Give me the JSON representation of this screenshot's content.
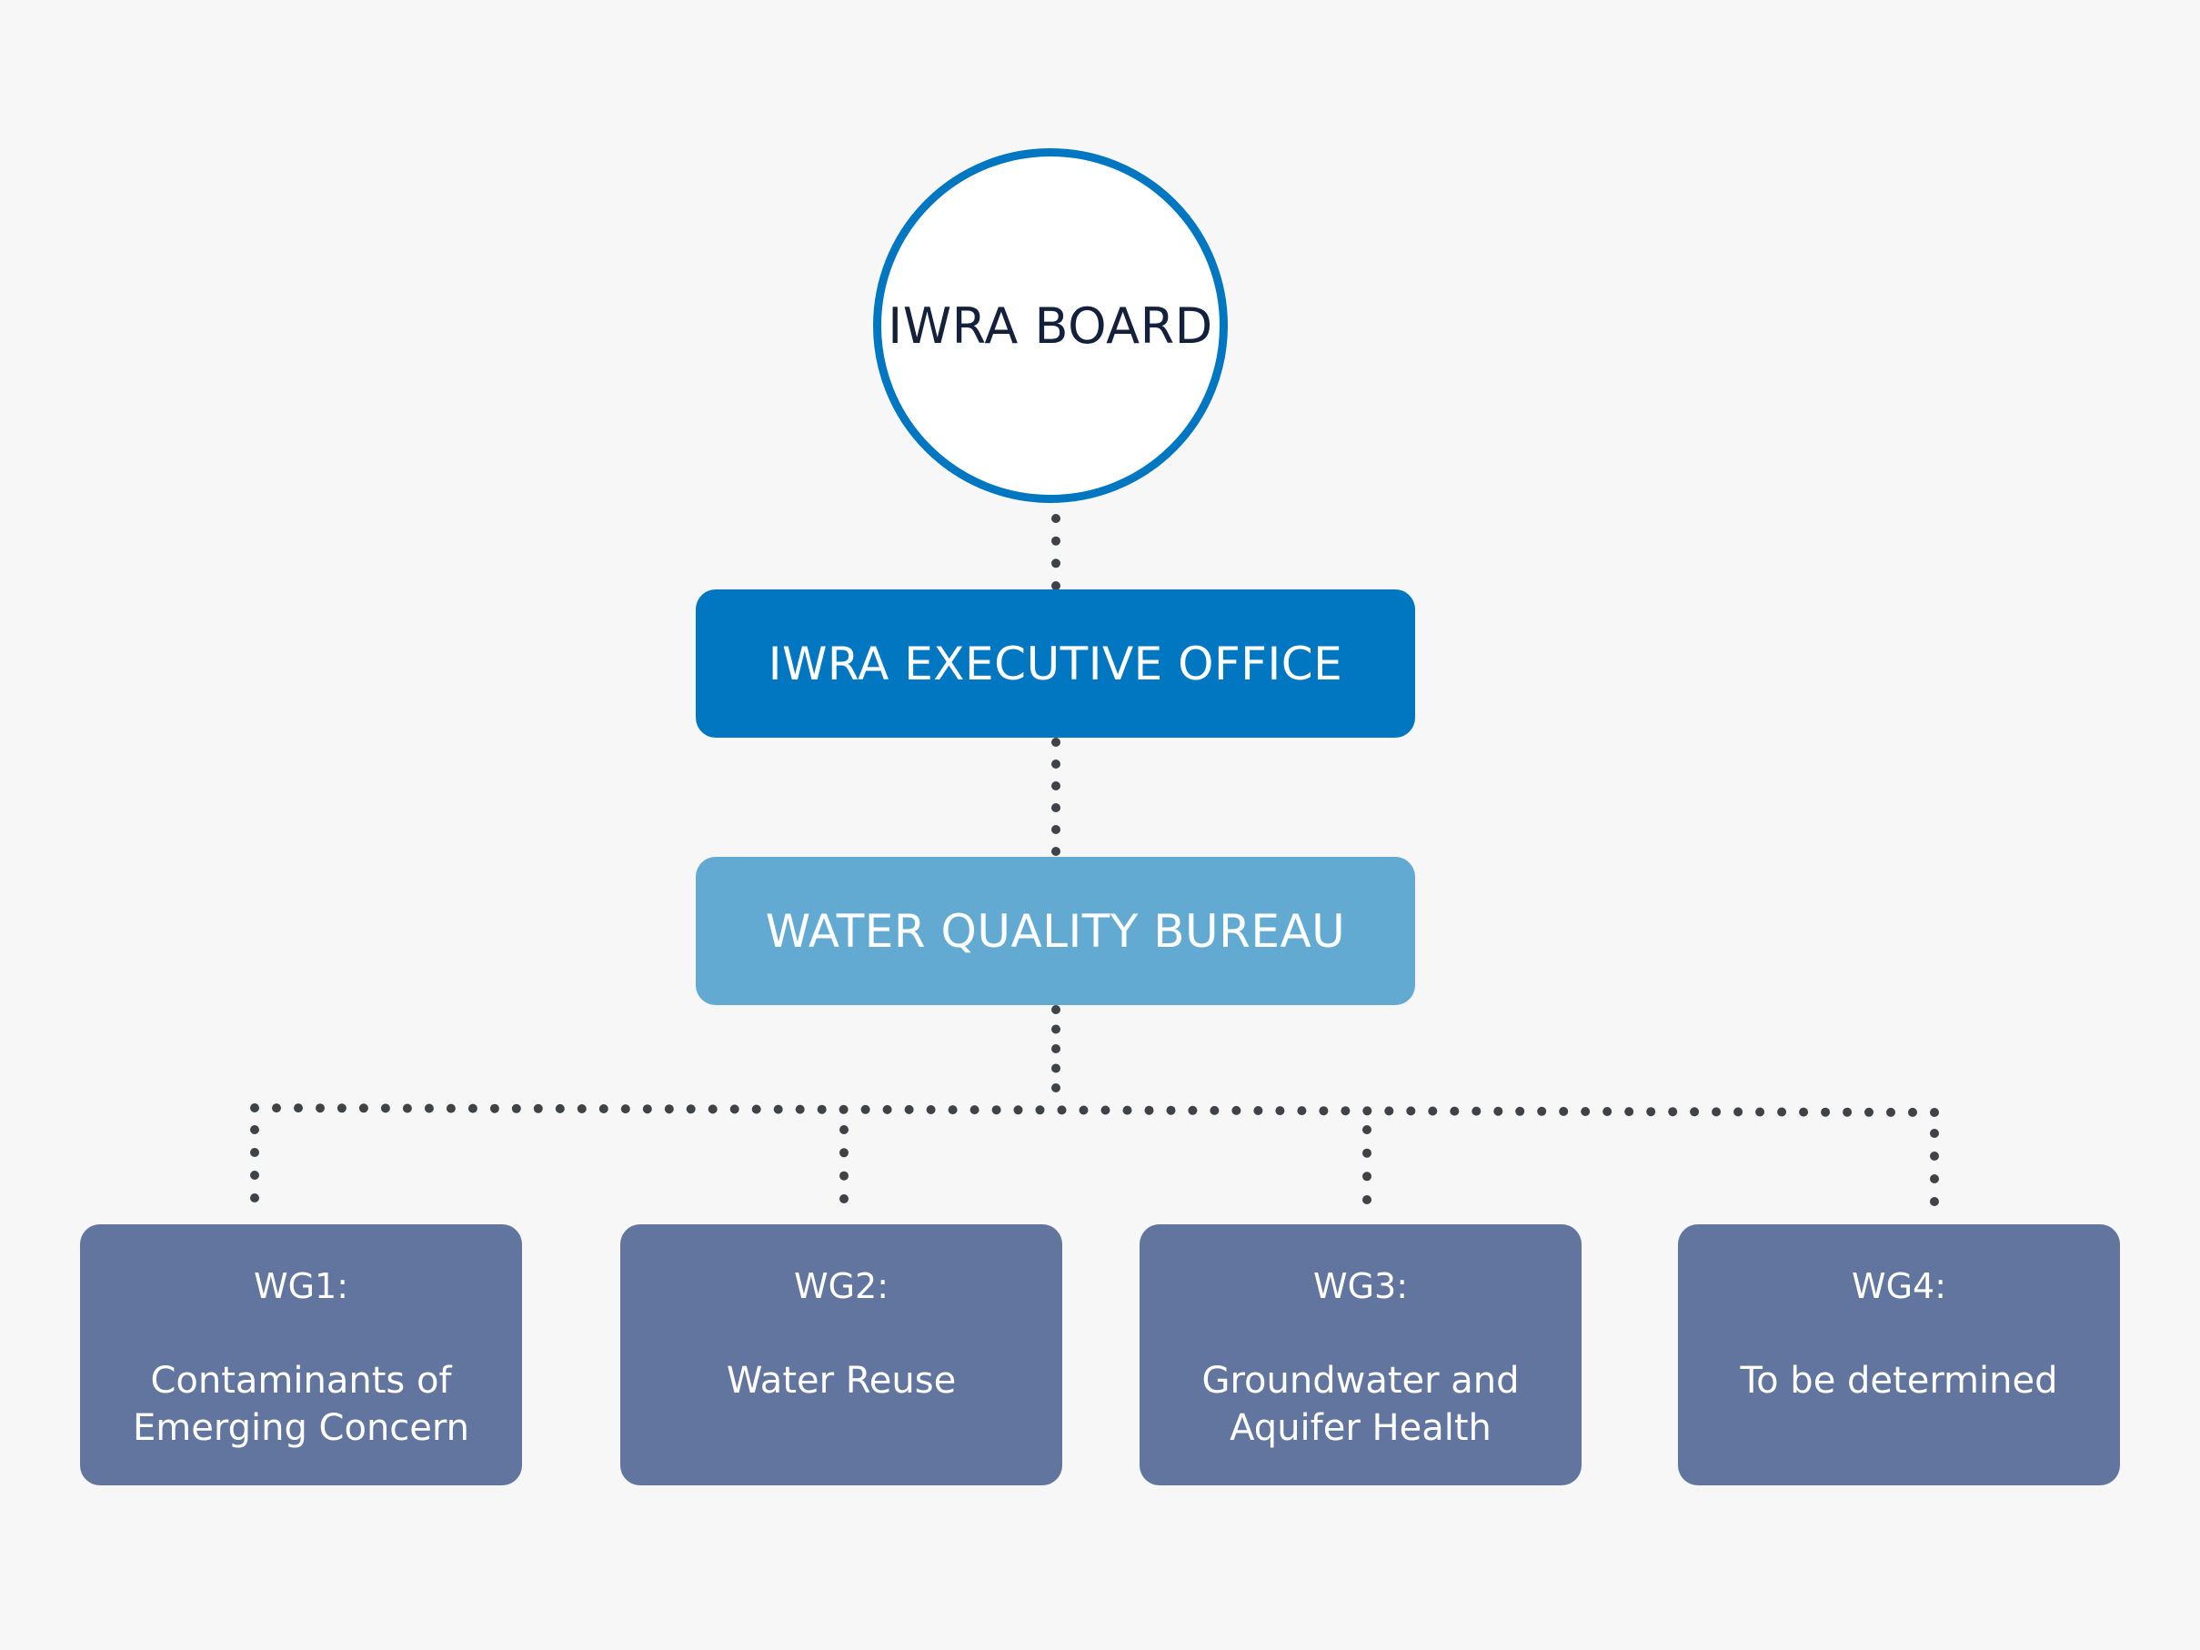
{
  "board": {
    "title": "IWRA BOARD"
  },
  "executive_office": {
    "title": "IWRA EXECUTIVE OFFICE"
  },
  "bureau": {
    "title": "WATER QUALITY BUREAU"
  },
  "working_groups": [
    {
      "code": "WG1:",
      "name": "Contaminants of Emerging Concern"
    },
    {
      "code": "WG2:",
      "name": "Water Reuse"
    },
    {
      "code": "WG3:",
      "name": "Groundwater and Aquifer Health"
    },
    {
      "code": "WG4:",
      "name": "To be determined"
    }
  ],
  "colors": {
    "background": "#f7f7f7",
    "board_ring": "#0077c0",
    "executive_office": "#0077c0",
    "bureau": "#63aad3",
    "working_group": "#61759e",
    "connector_dots": "#3f4246",
    "board_text": "#14213d"
  }
}
